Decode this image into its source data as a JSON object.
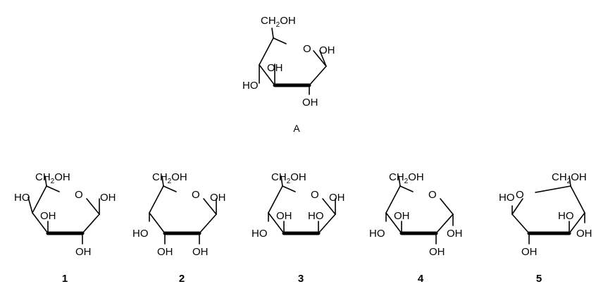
{
  "labels": {
    "oh": "OH",
    "ho": "HO",
    "o": "O",
    "ch2oh_pre": "CH",
    "ch2oh_sub": "2",
    "ch2oh_post": "OH"
  },
  "captions": {
    "A": "A",
    "c1": "1",
    "c2": "2",
    "c3": "3",
    "c4": "4",
    "c5": "5"
  }
}
